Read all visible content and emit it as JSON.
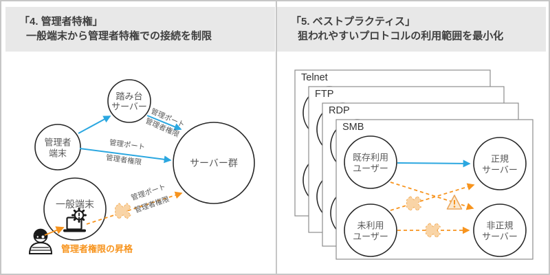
{
  "panels": {
    "left": {
      "title_line1": "「4. 管理者特権」",
      "title_line2": "一般端末から管理者特権での接続を制限",
      "nodes": {
        "bastion": {
          "line1": "踏み台",
          "line2": "サーバー"
        },
        "admin": {
          "line1": "管理者",
          "line2": "端末"
        },
        "general": {
          "label": "一般端末"
        },
        "servers": {
          "label": "サーバー群"
        }
      },
      "edge_labels": {
        "port": "管理ポート",
        "privilege": "管理者権限"
      },
      "escalation_label": "管理者権限の昇格"
    },
    "right": {
      "title_line1": "「5. ベストプラクティス」",
      "title_line2": "狙われやすいプロトコルの利用範囲を最小化",
      "cards": [
        {
          "label": "Telnet"
        },
        {
          "label": "FTP"
        },
        {
          "label": "RDP"
        },
        {
          "label": "SMB"
        }
      ],
      "nodes": {
        "existing": {
          "line1": "既存利用",
          "line2": "ユーザー"
        },
        "legit": {
          "line1": "正規",
          "line2": "サーバー"
        },
        "unused": {
          "line1": "未利用",
          "line2": "ユーザー"
        },
        "rogue": {
          "line1": "非正規",
          "line2": "サーバー"
        }
      }
    }
  },
  "icons": {
    "hacker": "masked-spy",
    "laptop": "laptop",
    "gear_alert": "gear-exclamation",
    "blocked": "x-cross",
    "warning": "warning-triangle"
  },
  "colors": {
    "blue": "#2BA7E0",
    "orange": "#F7941E",
    "orange_light_fill": "#F9D4A6",
    "orange_light_stroke": "#F3B05F",
    "gray_text": "#595959",
    "header_bg": "#E8E8E8",
    "border": "#C6C6C6"
  }
}
